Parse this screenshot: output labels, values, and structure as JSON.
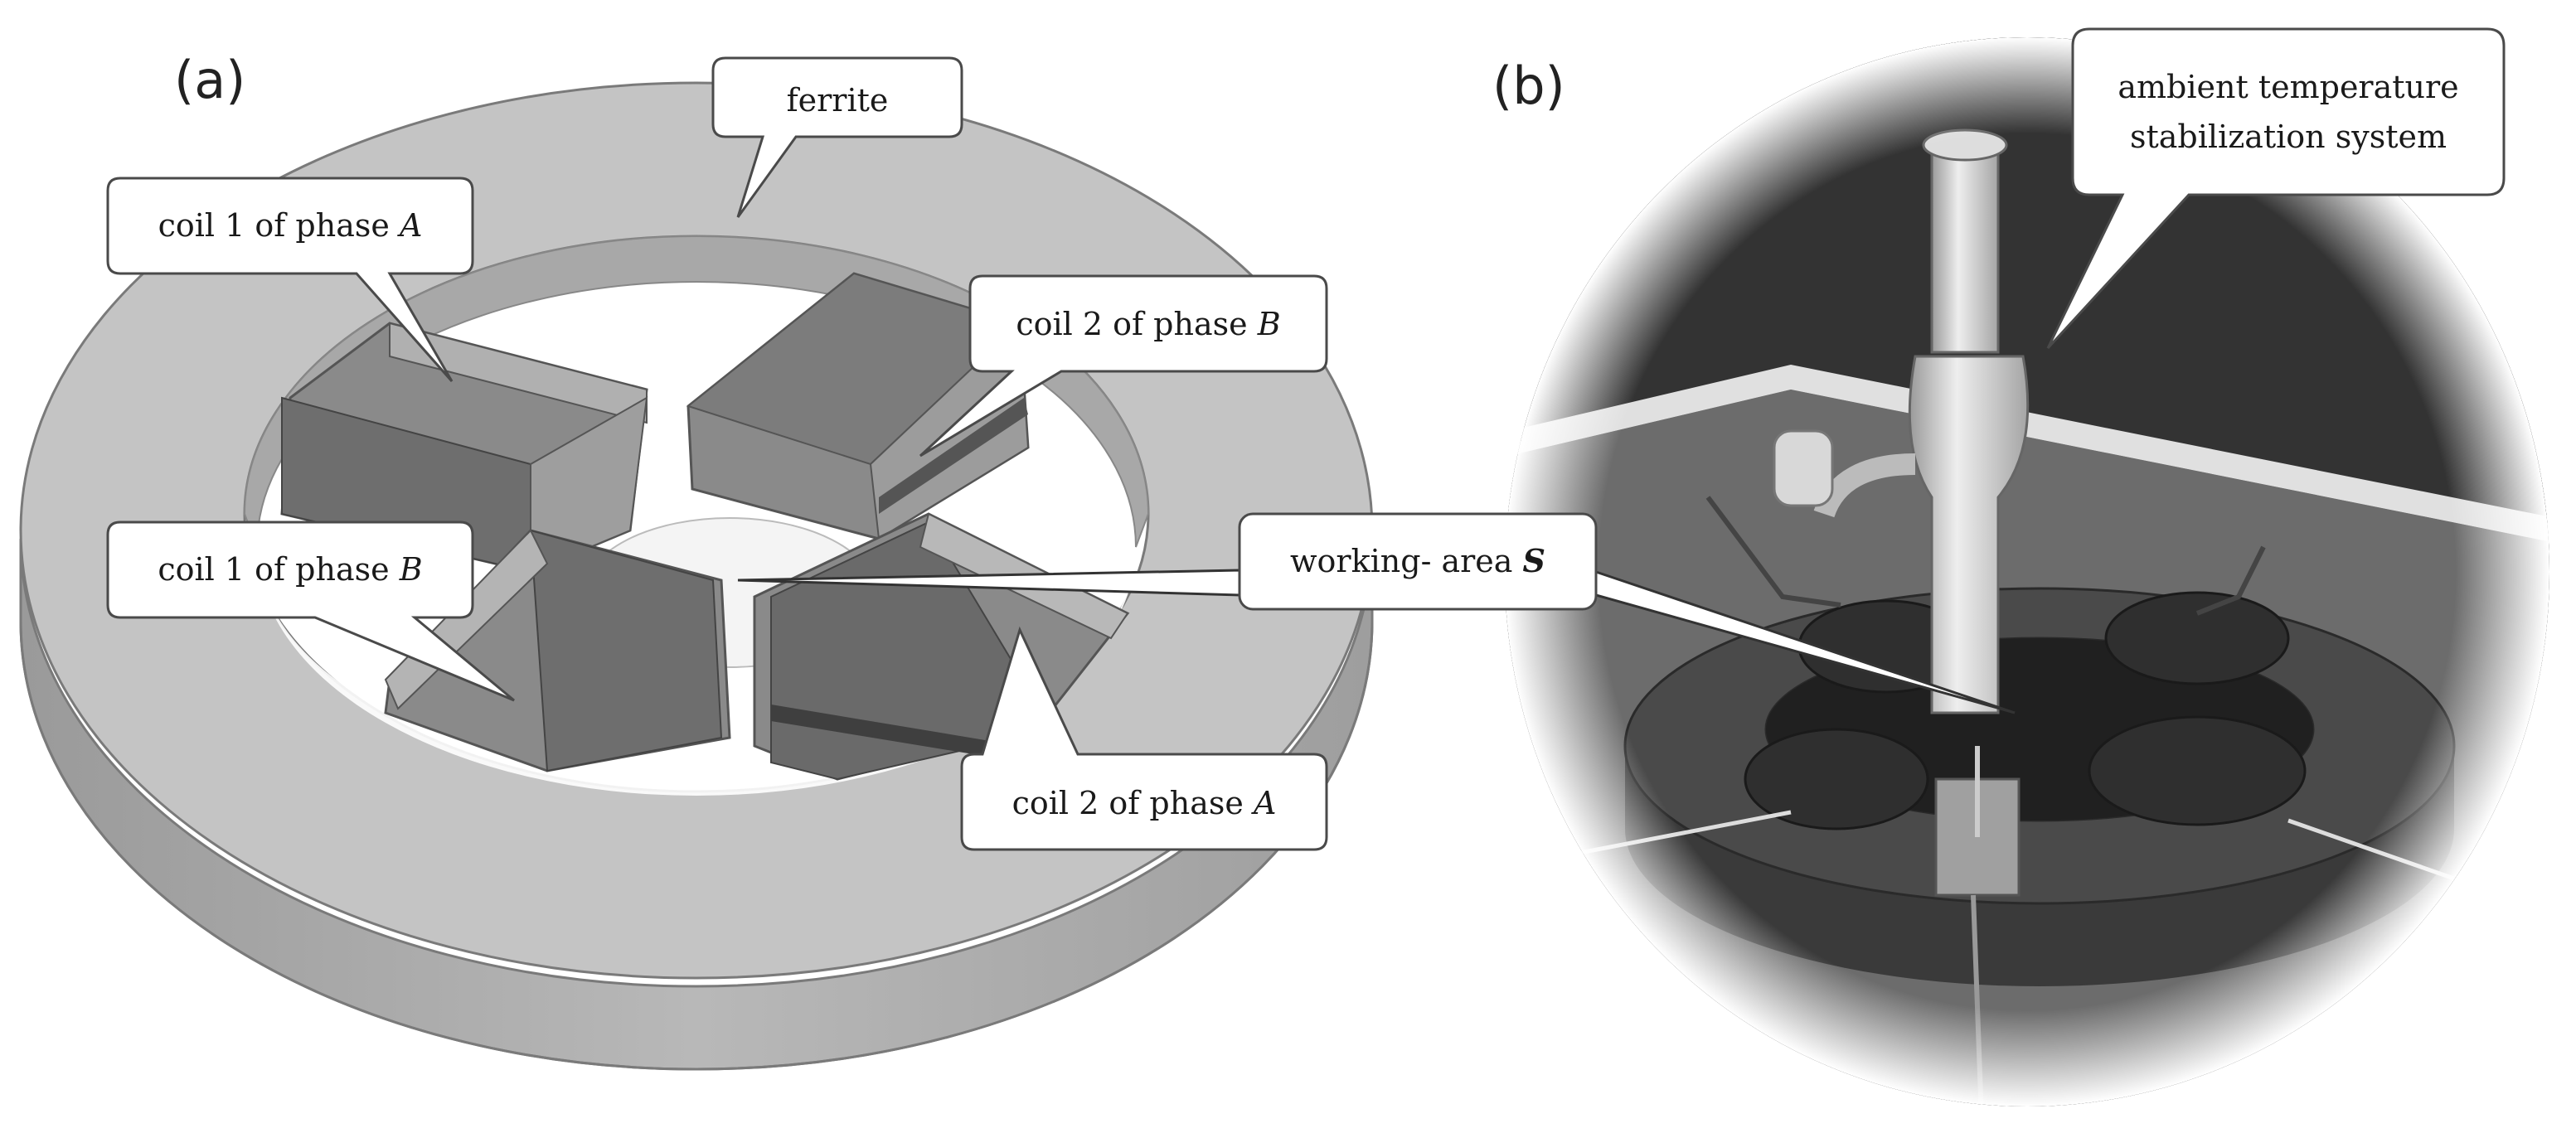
{
  "panels": {
    "a": "(a)",
    "b": "(b)"
  },
  "callouts": {
    "ferrite": "ferrite",
    "coil1A": {
      "prefix": "coil 1 of phase ",
      "phase": "A"
    },
    "coil2B": {
      "prefix": "coil 2 of phase ",
      "phase": "B"
    },
    "coil1B": {
      "prefix": "coil 1 of phase ",
      "phase": "B"
    },
    "coil2A": {
      "prefix": "coil 2 of phase ",
      "phase": "A"
    },
    "working_area": {
      "prefix": "working- area ",
      "symbol": "S"
    },
    "ambient": {
      "line1": "ambient temperature",
      "line2": "stabilization system"
    }
  },
  "colors": {
    "ferrite_top": "#c4c4c4",
    "ferrite_side": "#aaaaaa",
    "coil_dark": "#6b6b6b",
    "coil_light": "#9a9a9a",
    "photo_dark": "#2b2b2b",
    "photo_mid": "#7a7a7a"
  }
}
